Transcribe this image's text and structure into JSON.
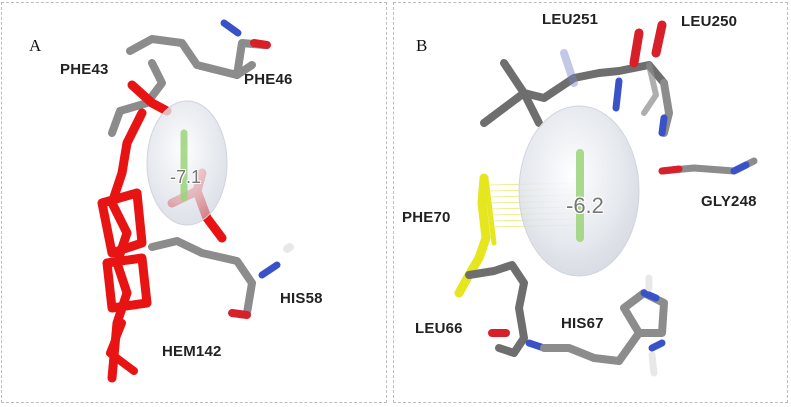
{
  "panels": [
    {
      "letter": "A",
      "labels": {
        "phe43": "PHE43",
        "phe46": "PHE46",
        "his58": "HIS58",
        "hem142": "HEM142"
      },
      "score": "-7.1"
    },
    {
      "letter": "B",
      "labels": {
        "leu251": "LEU251",
        "leu250": "LEU250",
        "gly248": "GLY248",
        "phe70": "PHE70",
        "leu66": "LEU66",
        "his67": "HIS67"
      },
      "score": "-6.2"
    }
  ],
  "colors": {
    "carbon": "#8c8c8c",
    "carbon_dark": "#6e6e6e",
    "oxygen": "#d8202a",
    "nitrogen": "#3a52c8",
    "hydrogen": "#e8e8e8",
    "heme": "#e81414",
    "phe70": "#e6e61e",
    "ligand": "#9bd47a",
    "surface": "#dfe3ea"
  }
}
